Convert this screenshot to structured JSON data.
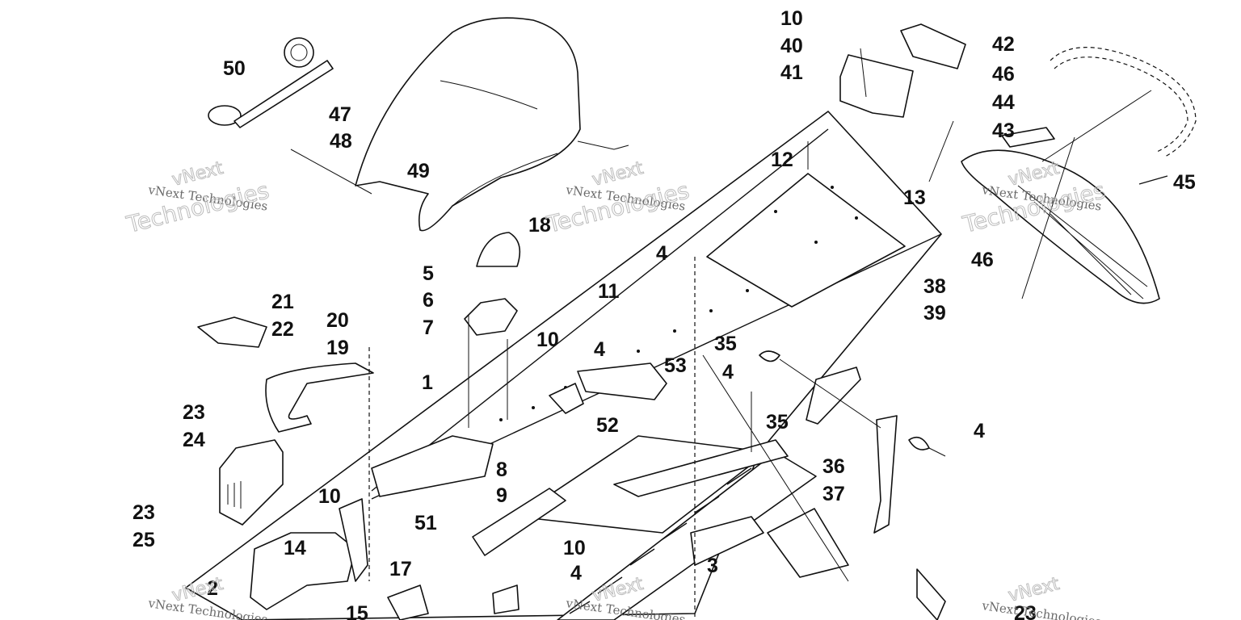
{
  "watermark": {
    "brand": "vNext Technologies",
    "line1": "vNext",
    "line2": "Technologies"
  },
  "callouts": [
    "50",
    "47",
    "48",
    "49",
    "10",
    "40",
    "41",
    "42",
    "46",
    "44",
    "43",
    "45",
    "12",
    "13",
    "18",
    "5",
    "6",
    "7",
    "4",
    "11",
    "38",
    "39",
    "21",
    "22",
    "20",
    "19",
    "1",
    "10",
    "4",
    "53",
    "35",
    "4",
    "23",
    "24",
    "52",
    "35",
    "36",
    "37",
    "4",
    "8",
    "9",
    "23",
    "25",
    "10",
    "14",
    "51",
    "10",
    "2",
    "17",
    "3",
    "4",
    "46",
    "15",
    "23"
  ]
}
